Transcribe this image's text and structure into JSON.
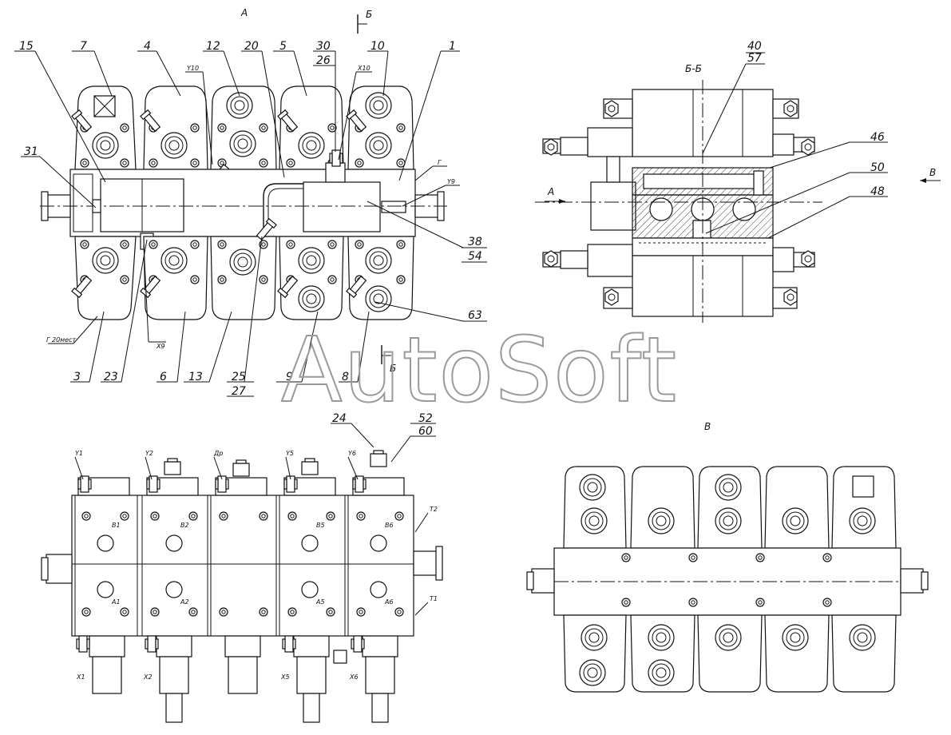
{
  "views": {
    "view_a": "А",
    "section_bb": "Б-Б",
    "view_v": "В",
    "cut_mark": "Б",
    "arrow_a": "А",
    "arrow_v": "В"
  },
  "watermark": "AutoSoft",
  "callouts_top": [
    "15",
    "7",
    "4",
    "12",
    "20",
    "5",
    "30",
    "26",
    "10",
    "1"
  ],
  "callouts_left": [
    "31"
  ],
  "callouts_right": [
    "38",
    "54",
    "63"
  ],
  "callouts_bottom": [
    "3",
    "23",
    "6",
    "13",
    "25",
    "27",
    "9",
    "8"
  ],
  "callouts_section": [
    "40",
    "57",
    "46",
    "50",
    "48"
  ],
  "callouts_lower": [
    "24",
    "52",
    "60"
  ],
  "small_labels": {
    "y10": "Y10",
    "x10": "X10",
    "y9": "Y9",
    "g": "Г",
    "g20": "Г 20мест",
    "x9": "X9",
    "y1": "Y1",
    "y2": "Y2",
    "dr": "Др",
    "y5": "Y5",
    "y6": "Y6",
    "t2": "T2",
    "t1": "T1",
    "x1": "X1",
    "x2": "X2",
    "x5": "X5",
    "x6": "X6",
    "b1": "B1",
    "b2": "B2",
    "b5": "B5",
    "b6": "B6",
    "a1": "A1",
    "a2": "A2",
    "a5": "A5",
    "a6": "A6"
  }
}
